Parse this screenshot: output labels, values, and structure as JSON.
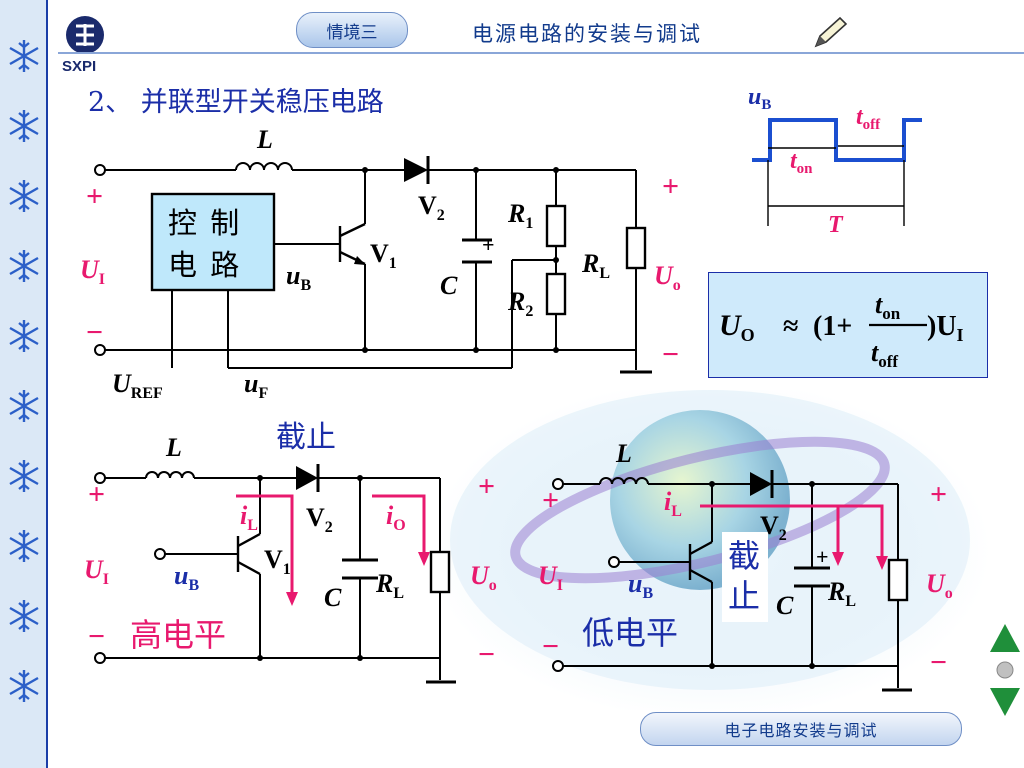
{
  "header": {
    "logo_text": "SXPI",
    "scene_badge": "情境三",
    "course_title": "电源电路的安装与调试",
    "pencil_icon": "pencil-icon"
  },
  "section_title": "2、 并联型开关稳压电路",
  "footer": {
    "badge": "电子电路安装与调试"
  },
  "colors": {
    "wire": "#000000",
    "label_blue": "#1b2ea8",
    "label_pink": "#e8196e",
    "box_fill": "#bfe8fb",
    "highlight": "#ff1a8c"
  },
  "icons": {
    "sidebar": "snowflake-icon",
    "nav_up": "triangle-up-icon",
    "nav_mid": "dot-icon",
    "nav_down": "triangle-down-icon"
  },
  "main_circuit": {
    "control_box_line1": "控 制",
    "control_box_line2": "电 路",
    "inductor": "L",
    "diode": "V",
    "diode_sub": "2",
    "transistor": "V",
    "transistor_sub": "1",
    "capacitor": "C",
    "r1": "R",
    "r1_sub": "1",
    "r2": "R",
    "r2_sub": "2",
    "rl": "R",
    "rl_sub": "L",
    "ub": "u",
    "ub_sub": "B",
    "ui": "U",
    "ui_sub": "I",
    "uo": "U",
    "uo_sub": "o",
    "uref": "U",
    "uref_sub": "REF",
    "uf": "u",
    "uf_sub": "F",
    "plus": "+",
    "minus": "−"
  },
  "waveform": {
    "ub": "u",
    "ub_sub": "B",
    "ton": "t",
    "ton_sub": "on",
    "toff": "t",
    "toff_sub": "off",
    "period": "T"
  },
  "formula": {
    "lhs": "U",
    "lhs_sub": "O",
    "approx": "≈",
    "open": "(1+",
    "num": "t",
    "num_sub": "on",
    "den": "t",
    "den_sub": "off",
    "close": ")U",
    "close_sub": "I"
  },
  "cutoff_label": "截止",
  "left_circuit": {
    "state": "高电平",
    "inductor": "L",
    "diode": "V",
    "diode_sub": "2",
    "transistor": "V",
    "transistor_sub": "1",
    "il": "i",
    "il_sub": "L",
    "io": "i",
    "io_sub": "O",
    "capacitor": "C",
    "rl": "R",
    "rl_sub": "L",
    "ub": "u",
    "ub_sub": "B",
    "ui": "U",
    "ui_sub": "I",
    "uo": "U",
    "uo_sub": "o",
    "plus": "+",
    "minus": "−"
  },
  "right_circuit": {
    "state": "低电平",
    "cutoff": "截止",
    "inductor": "L",
    "diode": "V",
    "diode_sub": "2",
    "il": "i",
    "il_sub": "L",
    "capacitor": "C",
    "rl": "R",
    "rl_sub": "L",
    "ub": "u",
    "ub_sub": "B",
    "ui": "U",
    "ui_sub": "I",
    "uo": "U",
    "uo_sub": "o",
    "plus": "+",
    "minus": "−"
  }
}
